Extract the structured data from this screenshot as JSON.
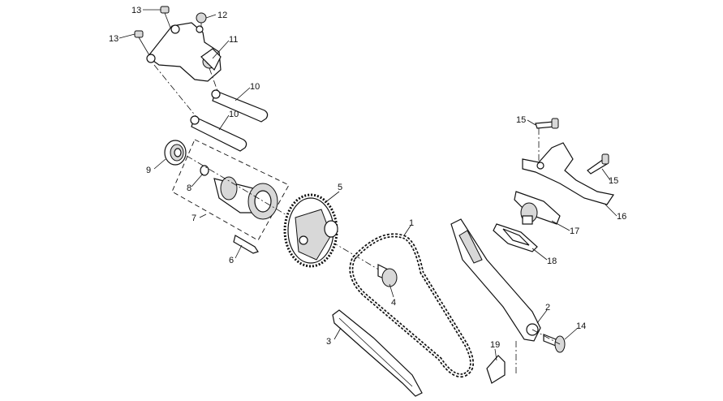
{
  "callouts": [
    {
      "id": "1",
      "text": "1"
    },
    {
      "id": "2",
      "text": "2"
    },
    {
      "id": "3",
      "text": "3"
    },
    {
      "id": "4",
      "text": "4"
    },
    {
      "id": "5",
      "text": "5"
    },
    {
      "id": "6",
      "text": "6"
    },
    {
      "id": "7",
      "text": "7"
    },
    {
      "id": "8",
      "text": "8"
    },
    {
      "id": "9",
      "text": "9"
    },
    {
      "id": "10a",
      "text": "10"
    },
    {
      "id": "10b",
      "text": "10"
    },
    {
      "id": "11",
      "text": "11"
    },
    {
      "id": "12",
      "text": "12"
    },
    {
      "id": "13a",
      "text": "13"
    },
    {
      "id": "13b",
      "text": "13"
    },
    {
      "id": "14",
      "text": "14"
    },
    {
      "id": "15a",
      "text": "15"
    },
    {
      "id": "15b",
      "text": "15"
    },
    {
      "id": "16",
      "text": "16"
    },
    {
      "id": "17",
      "text": "17"
    },
    {
      "id": "18",
      "text": "18"
    },
    {
      "id": "19",
      "text": "19"
    }
  ]
}
